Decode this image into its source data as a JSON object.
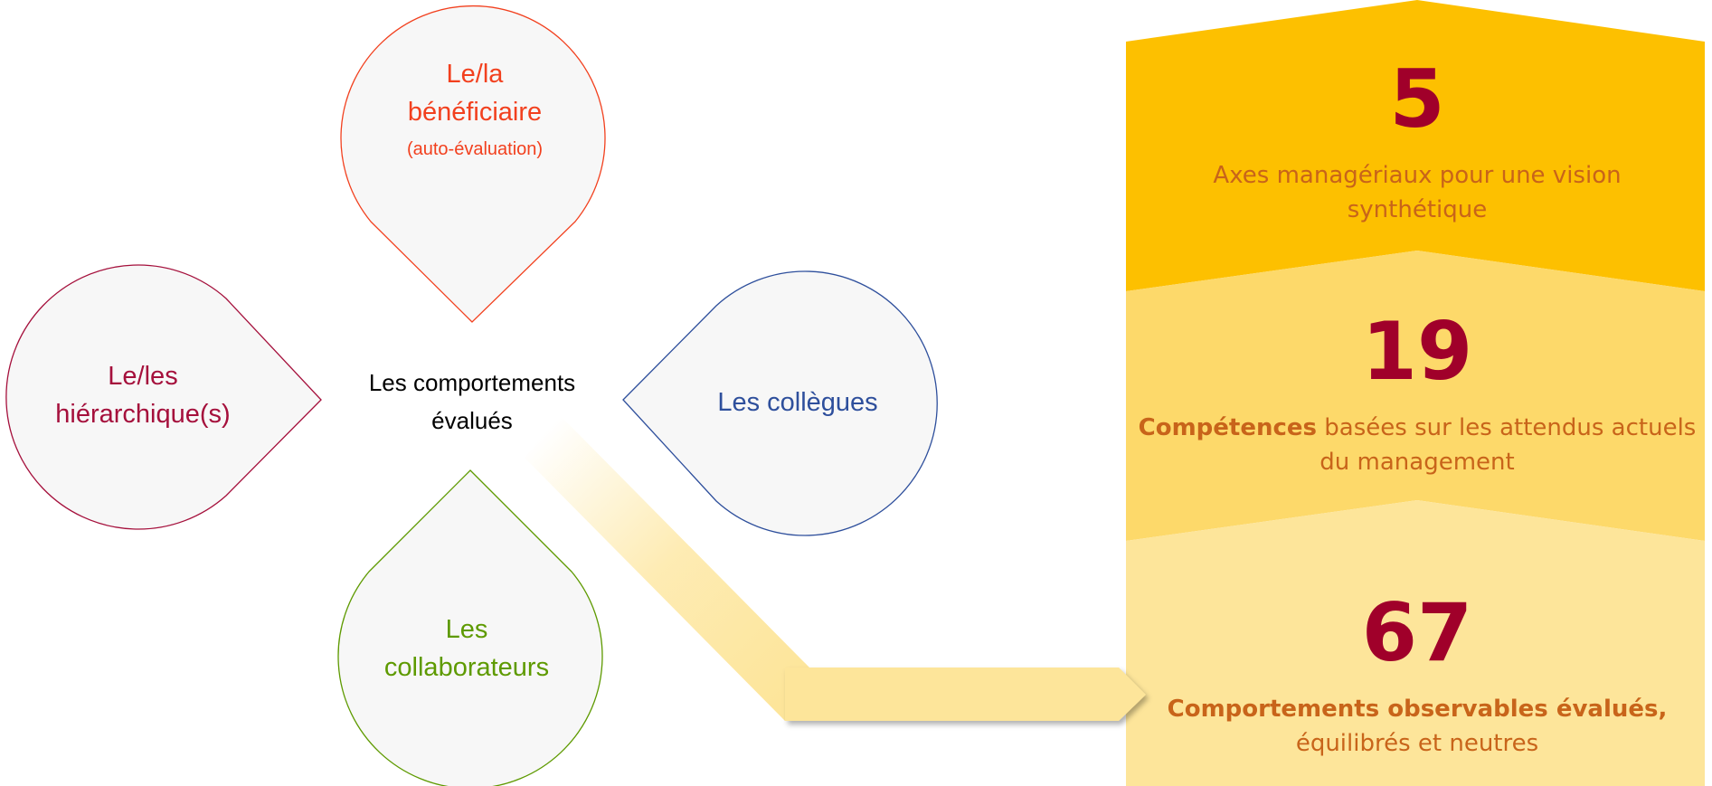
{
  "drops": {
    "top": {
      "line1": "Le/la",
      "line2": "bénéficiaire",
      "sub": "(auto-évaluation)",
      "color": "#f2401e"
    },
    "left": {
      "line1": "Le/les",
      "line2": "hiérarchique(s)",
      "color": "#a5103c"
    },
    "right": {
      "line1": "Les collègues",
      "color": "#2e4f9c"
    },
    "bottom": {
      "line1": "Les",
      "line2": "collaborateurs",
      "color": "#5e9a00"
    }
  },
  "center": {
    "line1": "Les comportements",
    "line2": "évalués"
  },
  "chevrons": [
    {
      "number": "5",
      "text": "Axes managériaux pour une vision",
      "text2": "synthétique",
      "color": "#fdc000"
    },
    {
      "number": "19",
      "bold": "Compétences",
      "text": " basées sur les attendus actuels",
      "text2": "du management",
      "color": "#fdd96a"
    },
    {
      "number": "67",
      "bold": "Comportements observables évalués,",
      "text2": "équilibrés et neutres",
      "color": "#fde59a"
    }
  ]
}
